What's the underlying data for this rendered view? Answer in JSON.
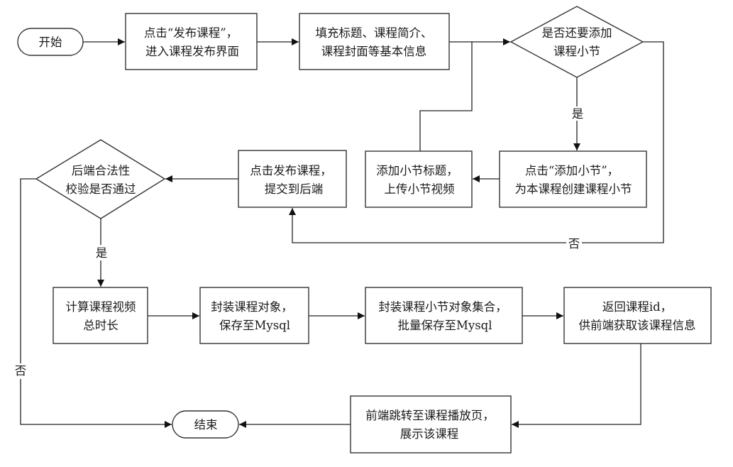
{
  "title": "课程发布流程图",
  "nodes": {
    "start": {
      "type": "terminal",
      "lines": [
        "开始"
      ]
    },
    "click_publish": {
      "type": "process",
      "lines": [
        "点击“发布课程”，",
        "进入课程发布界面"
      ]
    },
    "fill_info": {
      "type": "process",
      "lines": [
        "填充标题、课程简介、",
        "课程封面等基本信息"
      ]
    },
    "need_section": {
      "type": "decision",
      "lines": [
        "是否还要添加",
        "课程小节"
      ]
    },
    "click_add_section": {
      "type": "process",
      "lines": [
        "点击“添加小节”，",
        "为本课程创建课程小节"
      ]
    },
    "add_section_title": {
      "type": "process",
      "lines": [
        "添加小节标题，",
        "上传小节视频"
      ]
    },
    "submit_backend": {
      "type": "process",
      "lines": [
        "点击发布课程，",
        "提交到后端"
      ]
    },
    "validate": {
      "type": "decision",
      "lines": [
        "后端合法性",
        "校验是否通过"
      ]
    },
    "calc_duration": {
      "type": "process",
      "lines": [
        "计算课程视频",
        "总时长"
      ]
    },
    "save_course": {
      "type": "process",
      "lines": [
        "封装课程对象，",
        "保存至Mysql"
      ]
    },
    "save_sections": {
      "type": "process",
      "lines": [
        "封装课程小节对象集合，",
        "批量保存至Mysql"
      ]
    },
    "return_id": {
      "type": "process",
      "lines": [
        "返回课程id，",
        "供前端获取该课程信息"
      ]
    },
    "redirect": {
      "type": "process",
      "lines": [
        "前端跳转至课程播放页，",
        "展示该课程"
      ]
    },
    "end": {
      "type": "terminal",
      "lines": [
        "结束"
      ]
    }
  },
  "edges": [
    {
      "from": "start",
      "to": "click_publish",
      "label": ""
    },
    {
      "from": "click_publish",
      "to": "fill_info",
      "label": ""
    },
    {
      "from": "fill_info",
      "to": "need_section",
      "label": ""
    },
    {
      "from": "need_section",
      "to": "click_add_section",
      "label": "是"
    },
    {
      "from": "click_add_section",
      "to": "add_section_title",
      "label": ""
    },
    {
      "from": "add_section_title",
      "to": "need_section",
      "label": ""
    },
    {
      "from": "need_section",
      "to": "submit_backend",
      "label": "否"
    },
    {
      "from": "submit_backend",
      "to": "validate",
      "label": ""
    },
    {
      "from": "validate",
      "to": "calc_duration",
      "label": "是"
    },
    {
      "from": "validate",
      "to": "end",
      "label": "否"
    },
    {
      "from": "calc_duration",
      "to": "save_course",
      "label": ""
    },
    {
      "from": "save_course",
      "to": "save_sections",
      "label": ""
    },
    {
      "from": "save_sections",
      "to": "return_id",
      "label": ""
    },
    {
      "from": "return_id",
      "to": "redirect",
      "label": ""
    },
    {
      "from": "redirect",
      "to": "end",
      "label": ""
    }
  ],
  "labels": {
    "yes": "是",
    "no": "否"
  }
}
